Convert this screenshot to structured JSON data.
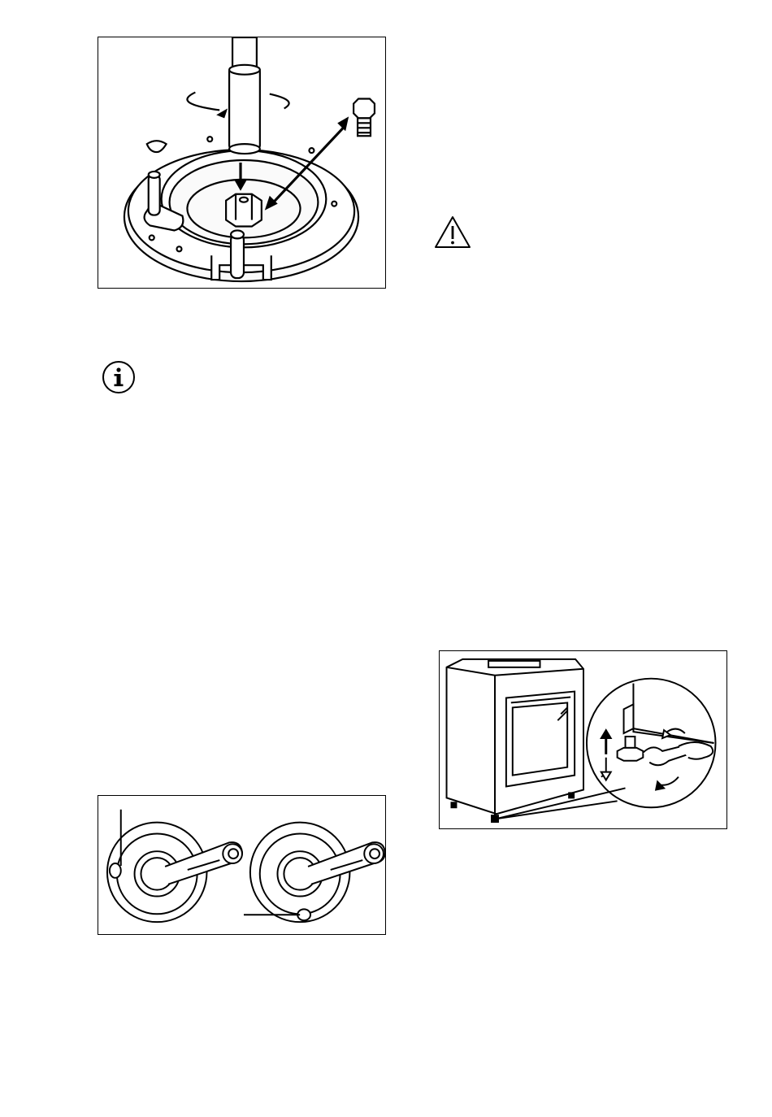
{
  "page": {
    "background": "#ffffff",
    "line_color": "#000000"
  },
  "figures": [
    {
      "id": "injector",
      "icon": "burner-injector-replacement-illustration"
    },
    {
      "id": "thermocouple",
      "icon": "burner-thermocouple-position-illustration"
    },
    {
      "id": "leveling",
      "icon": "cooker-leveling-feet-illustration"
    }
  ],
  "icons": {
    "info": "info-icon",
    "warning": "warning-icon"
  }
}
